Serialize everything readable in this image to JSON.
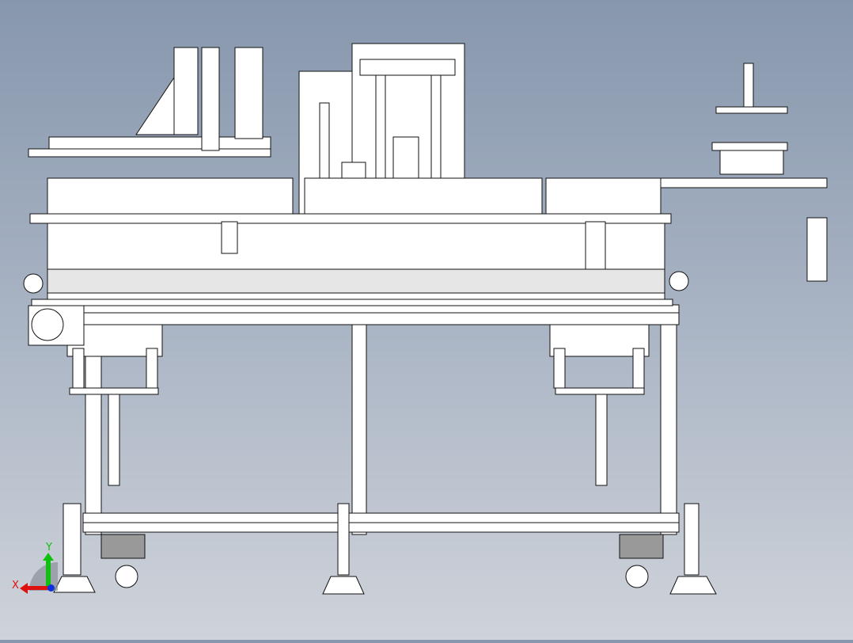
{
  "viewport": {
    "type": "cad-3d-model-front-view",
    "triad": {
      "x_label": "X",
      "y_label": "Y",
      "x_color": "#e01010",
      "y_color": "#10c010",
      "z_color": "#1030e0"
    }
  }
}
